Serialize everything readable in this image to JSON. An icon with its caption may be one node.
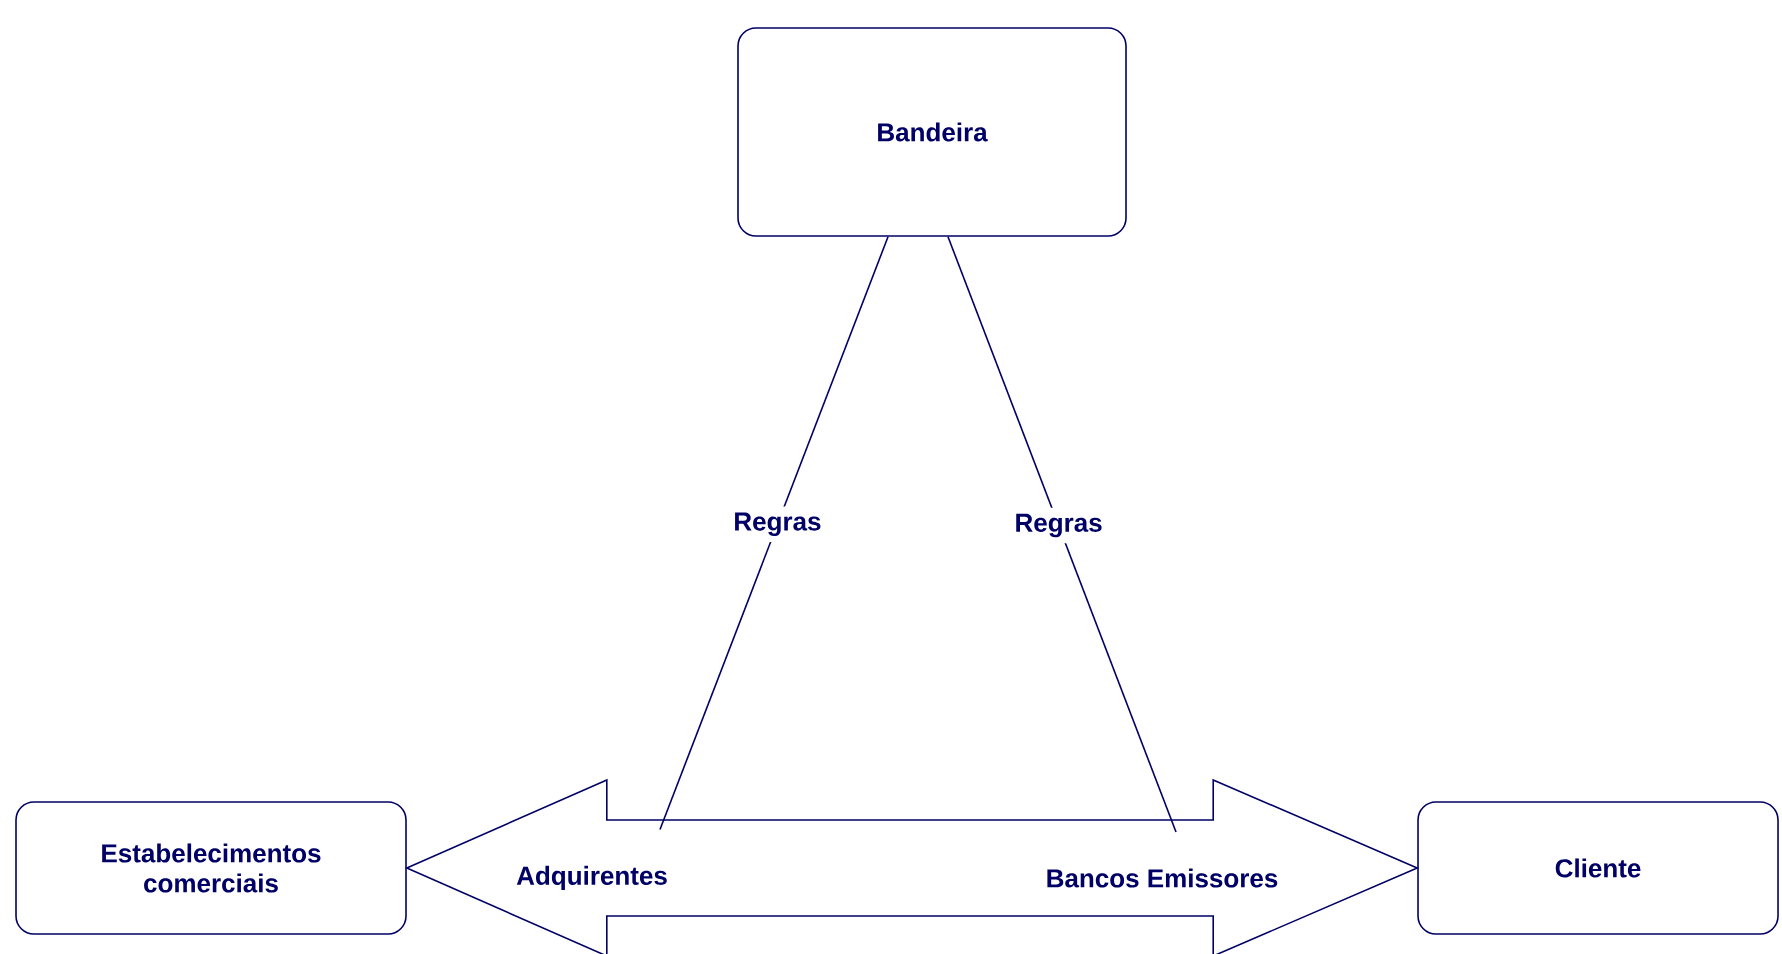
{
  "diagram": {
    "nodes": [
      {
        "text": [
          "Bandeira"
        ]
      },
      {
        "text": [
          "Estabelecimentos comerciais"
        ]
      },
      {
        "text": [
          "Cliente"
        ]
      },
      {
        "text": [
          "Adquirentes"
        ]
      },
      {
        "text": [
          "Bancos Emissores"
        ]
      }
    ],
    "edges": [
      {
        "from": 1,
        "to": 2,
        "arrow": "both",
        "style": "thick"
      },
      {
        "from": 0,
        "to": 3,
        "arrow": "none",
        "label": "Regras"
      },
      {
        "from": 0,
        "to": 4,
        "arrow": "none",
        "label": "Regras"
      }
    ]
  }
}
